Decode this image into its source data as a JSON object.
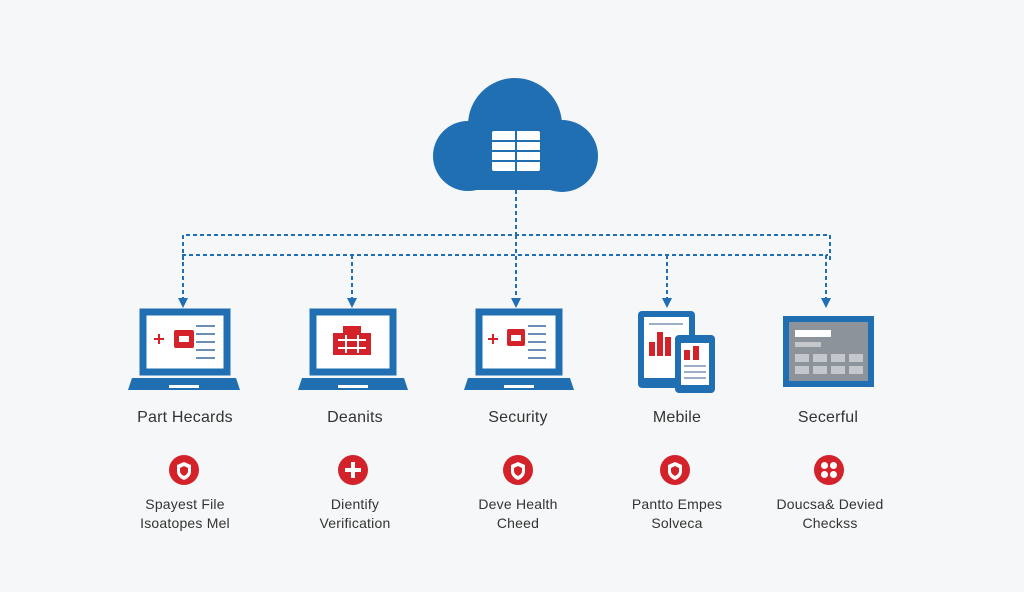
{
  "colors": {
    "primary": "#1f6fb2",
    "accent": "#d3222a",
    "background": "#f6f7f8",
    "text": "#333333"
  },
  "cloud": {
    "icon": "server-rack-icon"
  },
  "nodes": [
    {
      "device": "laptop",
      "icon": "laptop-icon",
      "title": "Part Hecards",
      "status_icon": "shield-icon",
      "desc_line1": "Spayest File",
      "desc_line2": "Isoatopes Mel"
    },
    {
      "device": "laptop",
      "icon": "laptop-icon",
      "title": "Deanits",
      "status_icon": "plus-icon",
      "desc_line1": "Dientify",
      "desc_line2": "Verification"
    },
    {
      "device": "laptop",
      "icon": "laptop-icon",
      "title": "Security",
      "status_icon": "shield-icon",
      "desc_line1": "Deve Health",
      "desc_line2": "Cheed"
    },
    {
      "device": "mobile",
      "icon": "tablet-phone-icon",
      "title": "Mebile",
      "status_icon": "shield-icon",
      "desc_line1": "Pantto Empes",
      "desc_line2": "Solveca"
    },
    {
      "device": "monitor",
      "icon": "monitor-dashboard-icon",
      "title": "Secerful",
      "status_icon": "grid-icon",
      "desc_line1": "Doucsa& Devied",
      "desc_line2": "Checkss"
    }
  ]
}
